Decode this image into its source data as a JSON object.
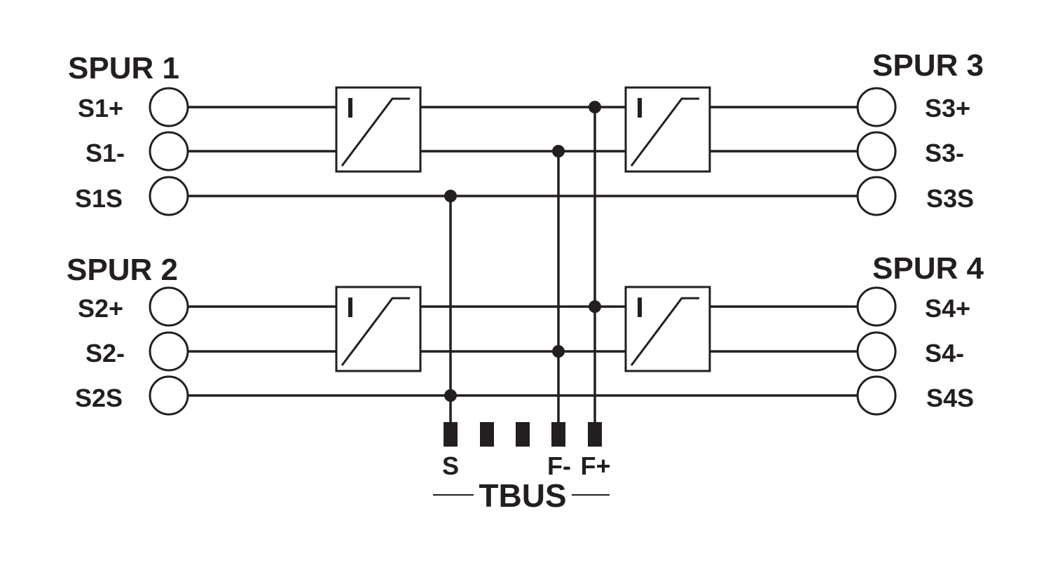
{
  "spurs": {
    "spur1": {
      "title": "SPUR 1",
      "terminals": [
        "S1+",
        "S1-",
        "S1S"
      ]
    },
    "spur2": {
      "title": "SPUR 2",
      "terminals": [
        "S2+",
        "S2-",
        "S2S"
      ]
    },
    "spur3": {
      "title": "SPUR 3",
      "terminals": [
        "S3+",
        "S3-",
        "S3S"
      ]
    },
    "spur4": {
      "title": "SPUR 4",
      "terminals": [
        "S4+",
        "S4-",
        "S4S"
      ]
    }
  },
  "bus": {
    "title": "TBUS",
    "pins": [
      "S",
      "",
      "",
      "F-",
      "F+"
    ]
  },
  "colors": {
    "ink": "#231f20",
    "background": "#ffffff"
  }
}
